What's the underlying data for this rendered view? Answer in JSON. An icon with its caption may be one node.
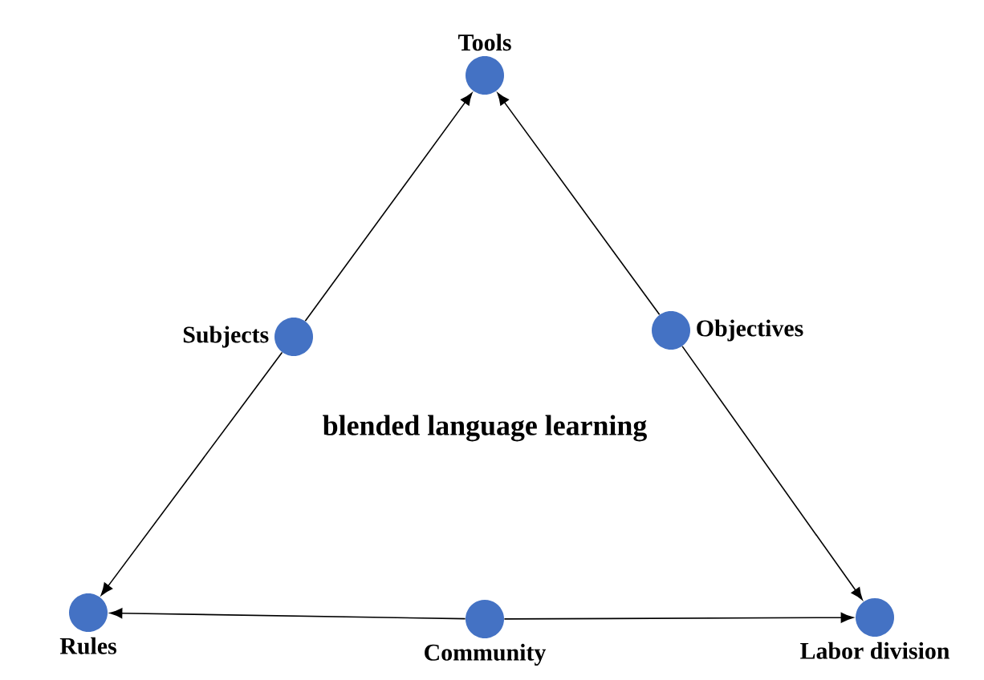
{
  "diagram": {
    "nodes": [
      {
        "text": [
          "Tools"
        ]
      },
      {
        "text": [
          "Subjects"
        ]
      },
      {
        "text": [
          "Objectives"
        ]
      },
      {
        "text": [
          "Rules"
        ]
      },
      {
        "text": [
          "Community"
        ]
      },
      {
        "text": [
          "Labor division"
        ]
      }
    ],
    "edges": [
      {
        "from": 1,
        "to": 0,
        "arrow": "to"
      },
      {
        "from": 1,
        "to": 3,
        "arrow": "to"
      },
      {
        "from": 2,
        "to": 0,
        "arrow": "to"
      },
      {
        "from": 2,
        "to": 5,
        "arrow": "to"
      },
      {
        "from": 4,
        "to": 3,
        "arrow": "to"
      },
      {
        "from": 4,
        "to": 5,
        "arrow": "to"
      }
    ],
    "labels": [
      "blended language learning"
    ]
  }
}
